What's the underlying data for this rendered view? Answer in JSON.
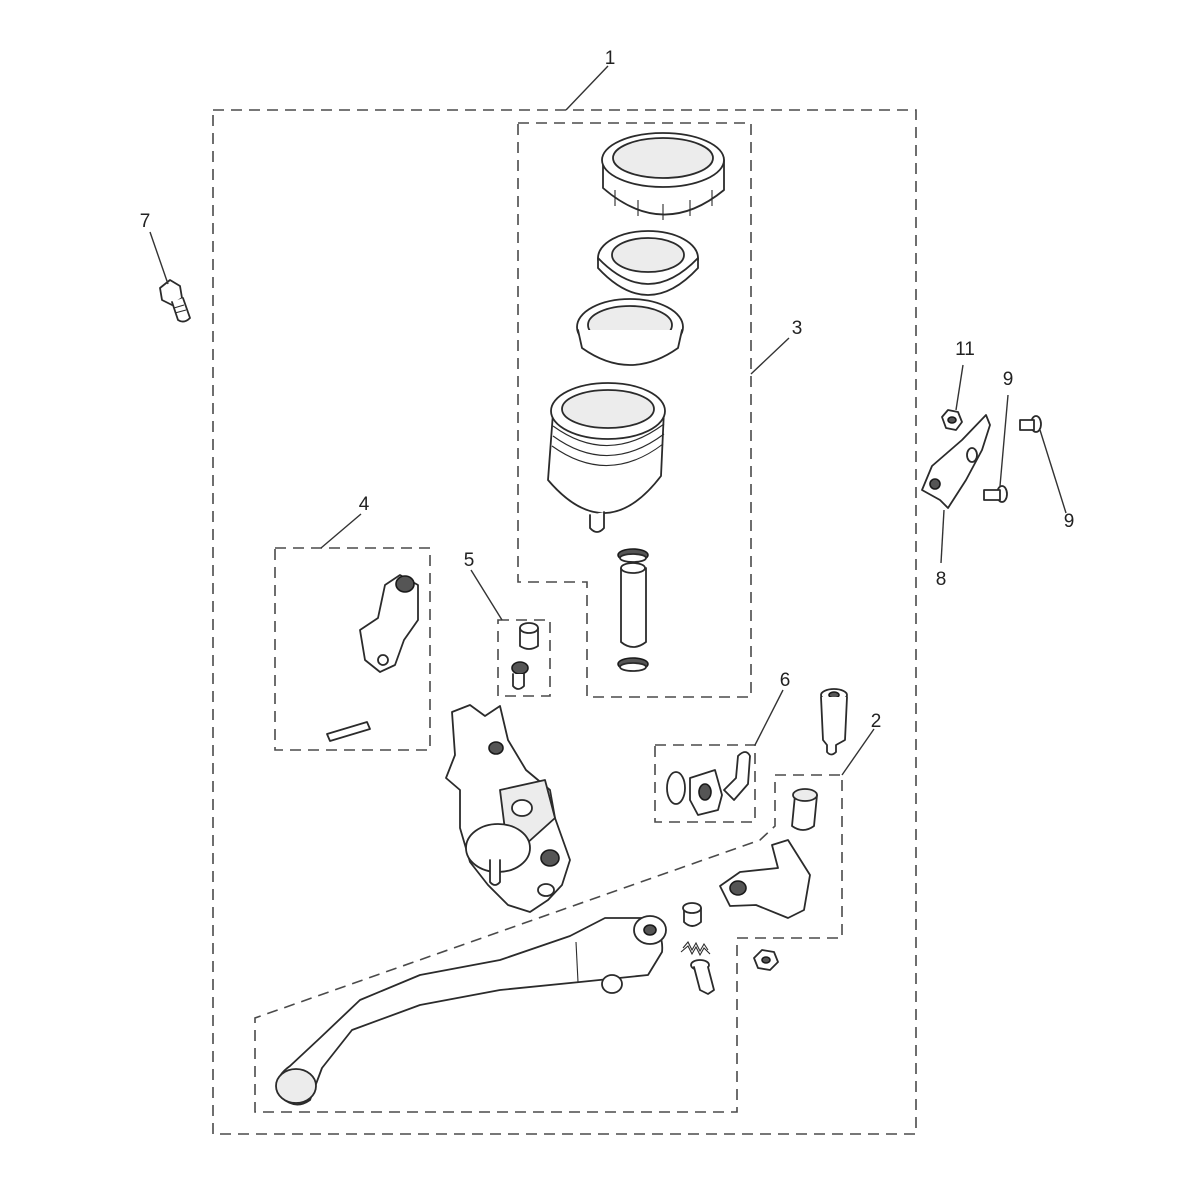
{
  "diagram": {
    "colors": {
      "line": "#2b2b2b",
      "dash": "#4a4a4a",
      "background": "#ffffff"
    },
    "callouts": {
      "c1": "1",
      "c2": "2",
      "c3": "3",
      "c4": "4",
      "c5": "5",
      "c6": "6",
      "c7": "7",
      "c8": "8",
      "c9a": "9",
      "c9b": "9",
      "c11": "11"
    }
  }
}
